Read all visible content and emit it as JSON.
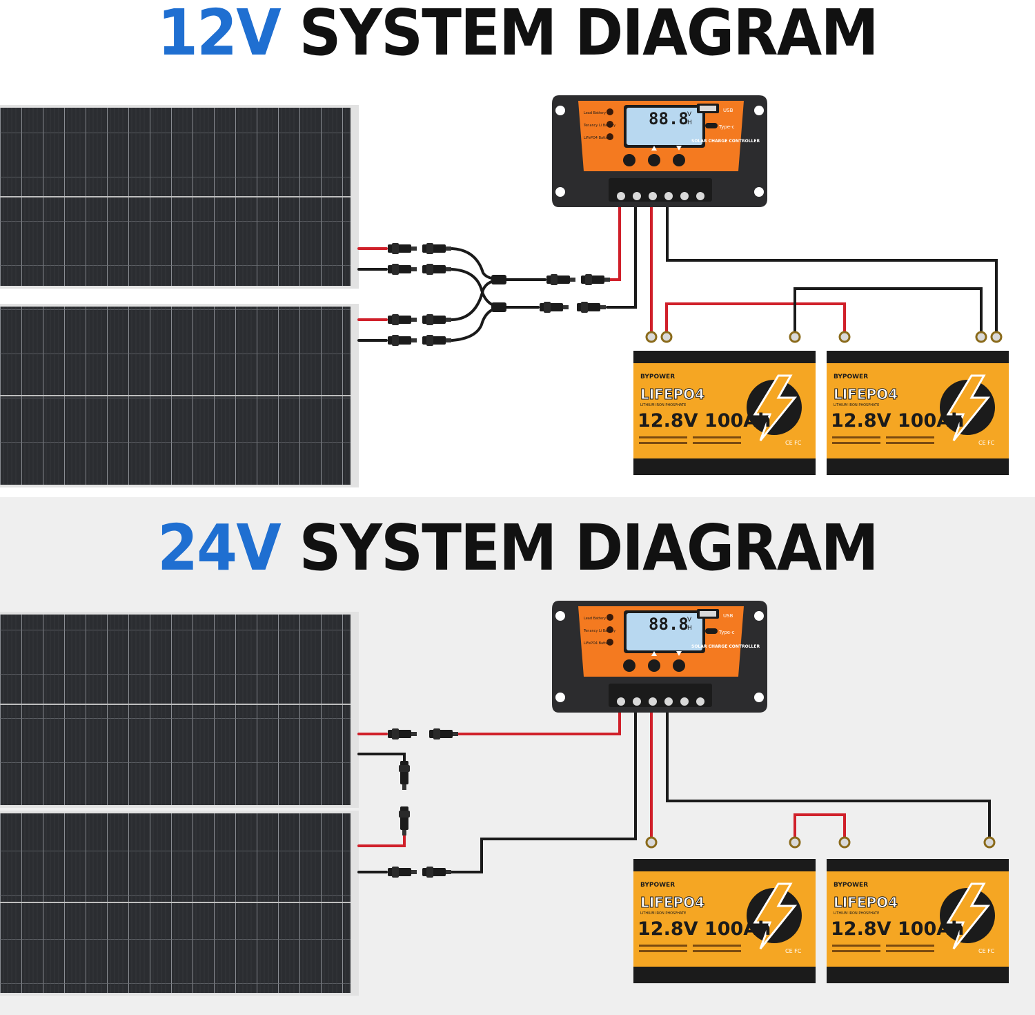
{
  "diagrams": [
    {
      "voltage_label": "12V",
      "title_rest": "SYSTEM DIAGRAM"
    },
    {
      "voltage_label": "24V",
      "title_rest": "SYSTEM DIAGRAM"
    }
  ],
  "controller": {
    "lcd_reading": "88.8",
    "lcd_unit_v": "V",
    "lcd_unit_h": "H",
    "battery_types": [
      "Lead Battery",
      "Tenancy Li Battery",
      "LiFePO4 Battery"
    ],
    "usb_label": "USB",
    "typec_label": "Type-c",
    "product_label": "SOLAR CHARGE CONTROLLER"
  },
  "battery": {
    "brand": "BYPOWER",
    "chemistry": "LIFEPO4",
    "chemistry_sub": "LITHIUM IRON PHOSPHATE",
    "rating": "12.8V 100Ah",
    "cert": "CE FC"
  },
  "colors": {
    "accent_blue": "#1f6fd1",
    "controller_orange": "#f47a20",
    "battery_orange": "#f5a623",
    "wire_red": "#d0202a",
    "wire_black": "#1a1a1a"
  }
}
